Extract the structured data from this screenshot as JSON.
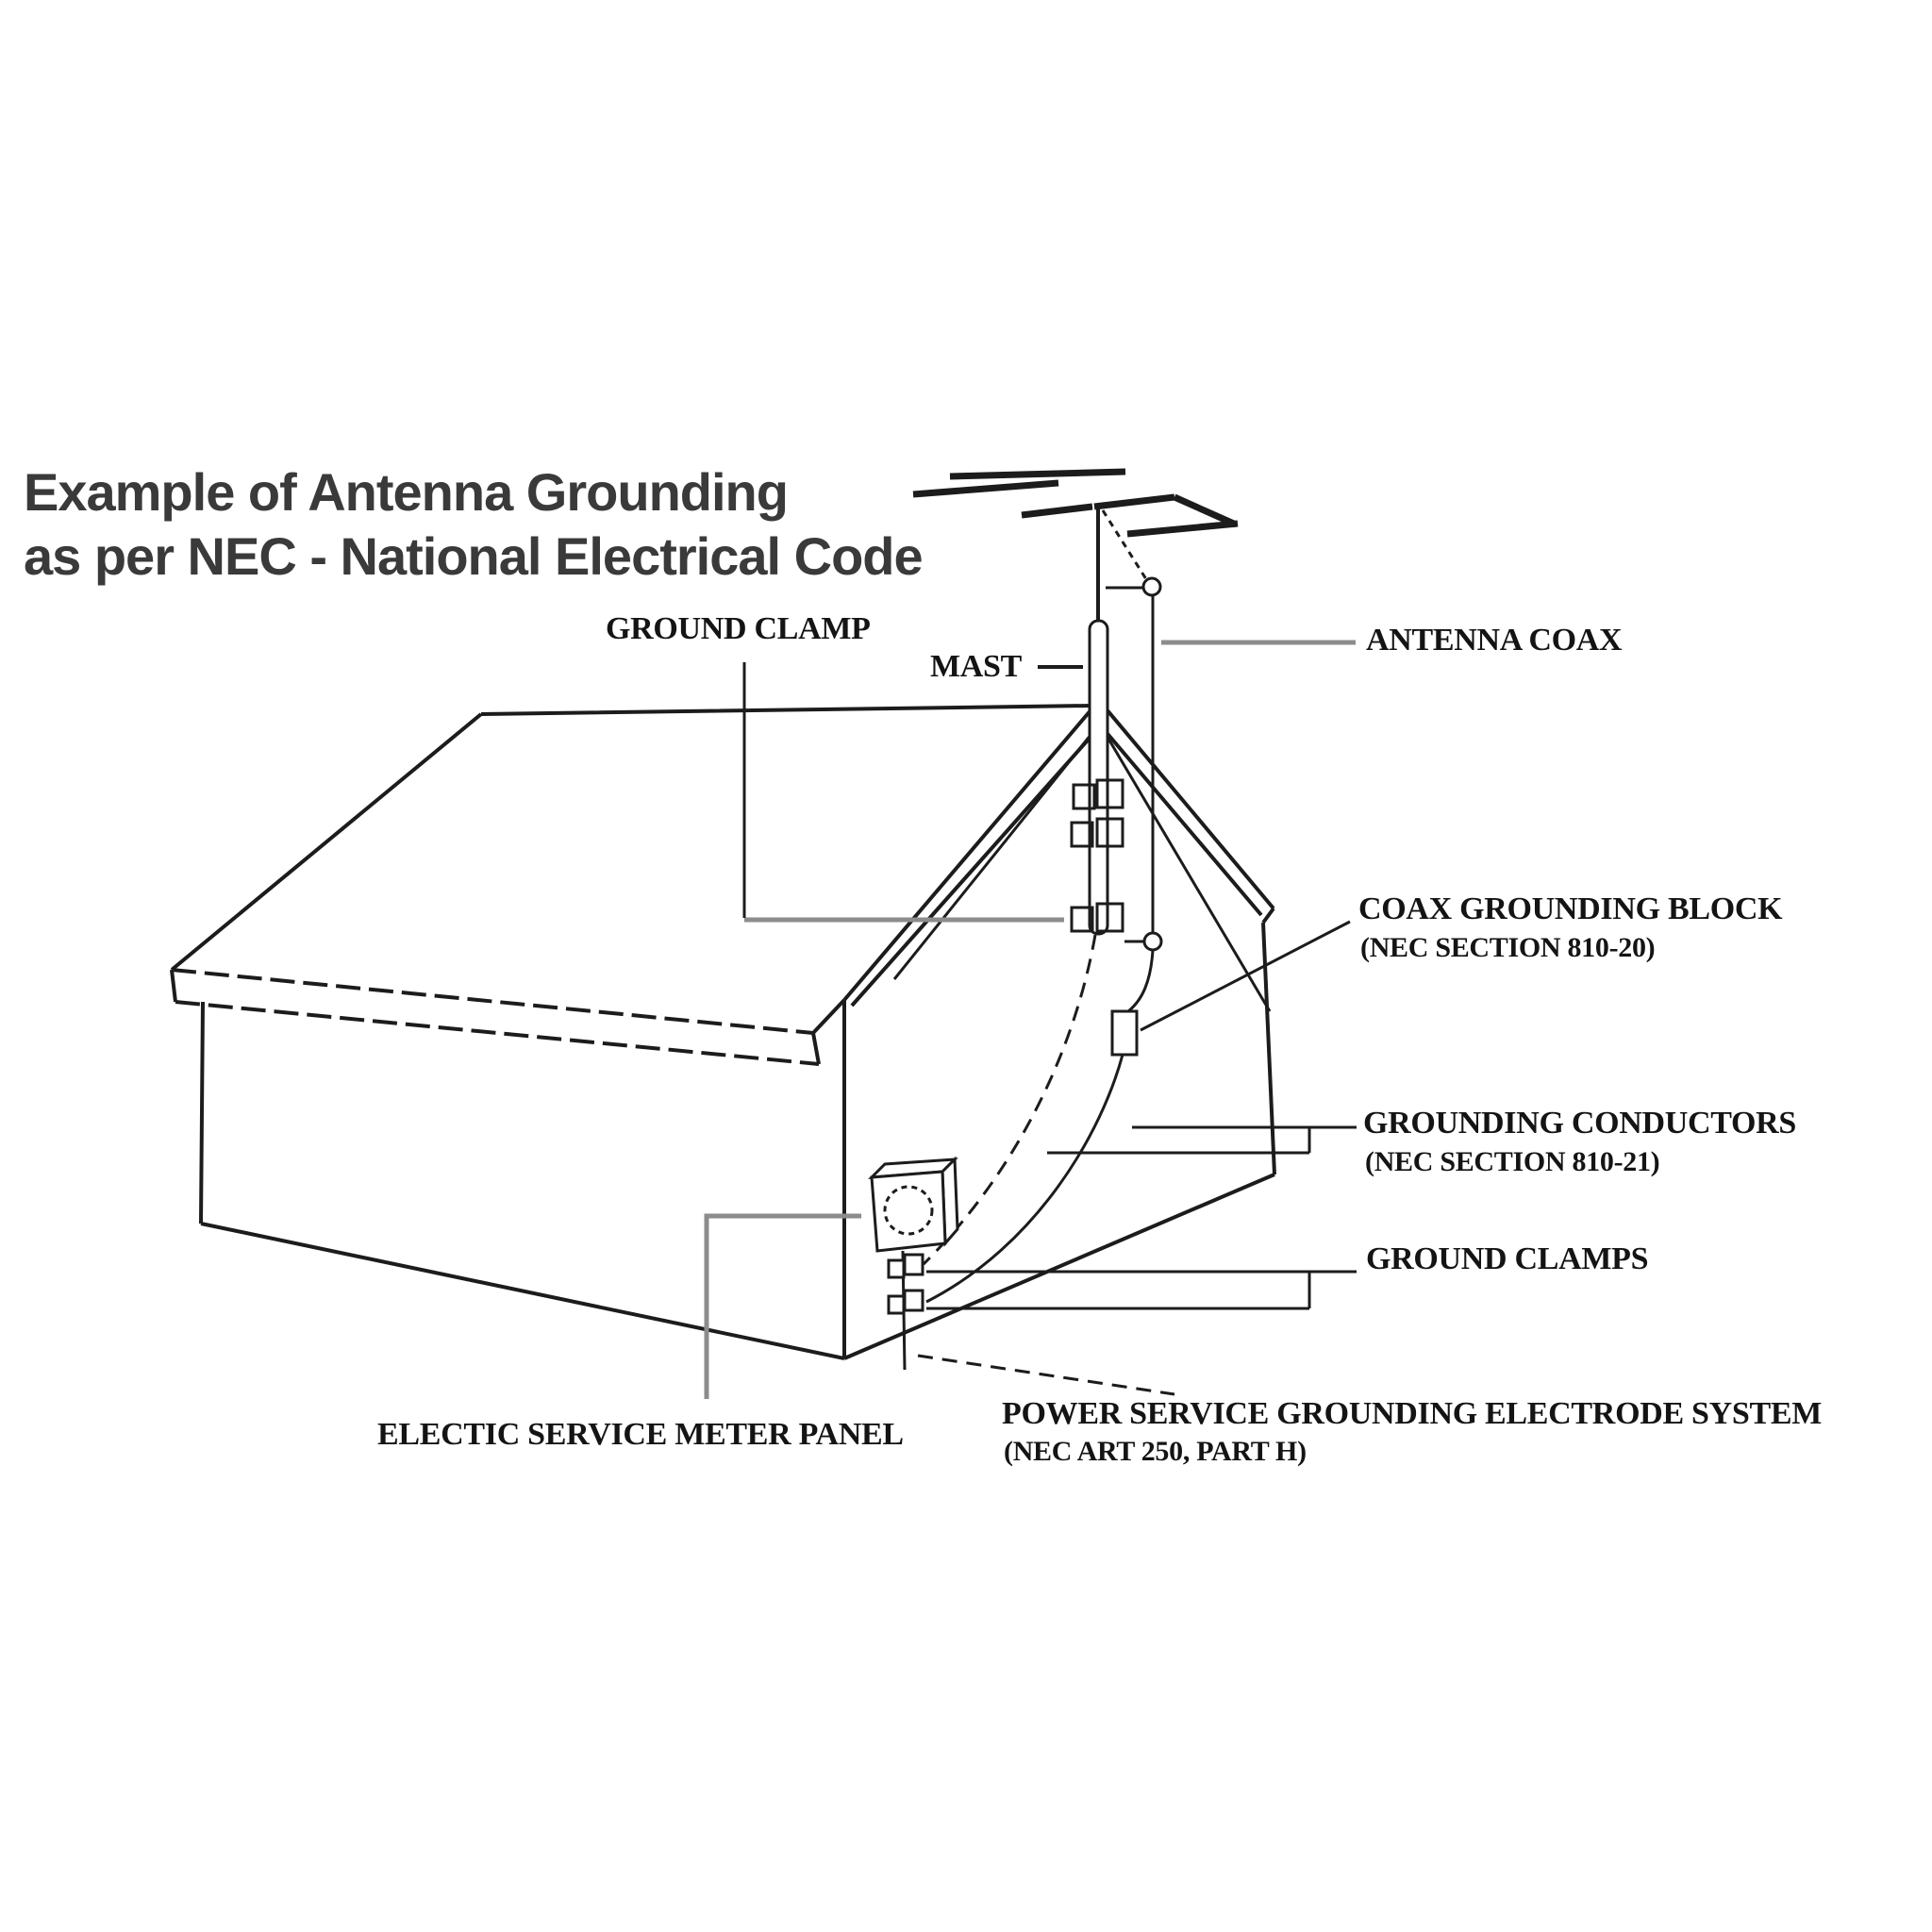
{
  "title": {
    "line1": "Example of Antenna Grounding",
    "line2": "as per NEC - National Electrical Code"
  },
  "labels": {
    "ground_clamp": "GROUND CLAMP",
    "mast": "MAST",
    "antenna_coax": "ANTENNA COAX",
    "coax_grounding_block": "COAX GROUNDING BLOCK",
    "coax_grounding_block_sub": "(NEC SECTION 810-20)",
    "grounding_conductors": "GROUNDING CONDUCTORS",
    "grounding_conductors_sub": "(NEC SECTION 810-21)",
    "ground_clamps": "GROUND CLAMPS",
    "power_service": "POWER SERVICE GROUNDING ELECTRODE SYSTEM",
    "power_service_sub": "(NEC ART 250, PART H)",
    "meter_panel": "ELECTIC SERVICE METER PANEL"
  },
  "colors": {
    "background": "#ffffff",
    "line": "#1c1c1c",
    "leader_gray": "#8c8c8c",
    "text": "#141414",
    "title": "#3a3a3a"
  }
}
